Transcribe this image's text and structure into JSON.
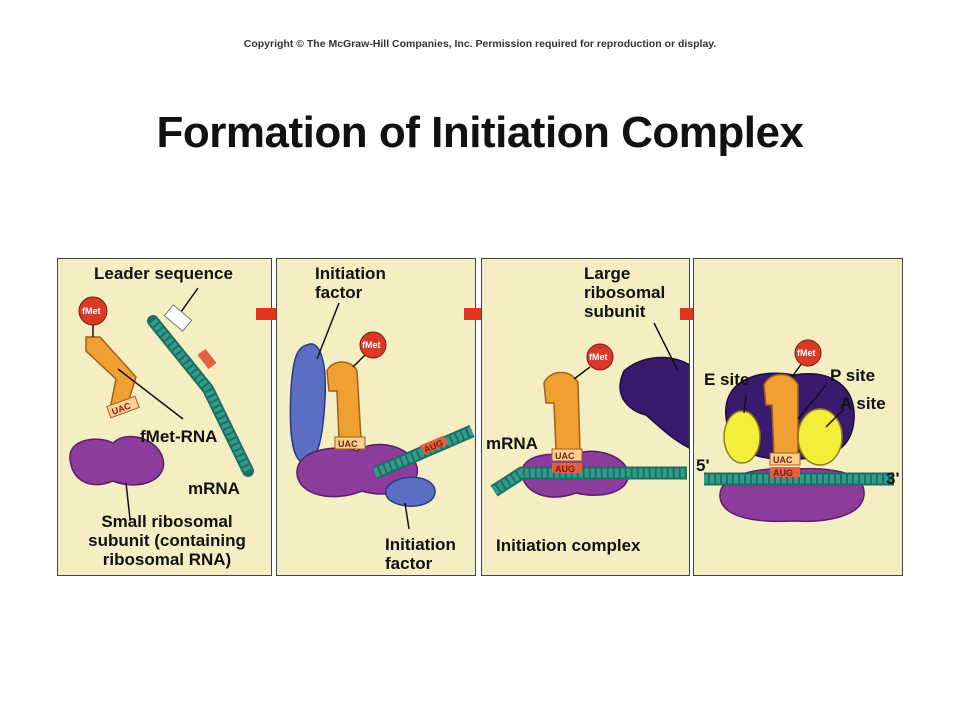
{
  "copyright": "Copyright © The McGraw-Hill Companies, Inc. Permission required for reproduction or display.",
  "title": "Formation of Initiation Complex",
  "colors": {
    "panel_bg": "#f6eec3",
    "trna": "#f0a030",
    "small_subunit": "#8c3c9c",
    "large_subunit": "#3a1a6e",
    "initiation_factor": "#5b6fc2",
    "mrna": "#2f9c8c",
    "fmet": "#d83a2a",
    "site": "#f2ee3a",
    "arrow": "#e0351e"
  },
  "panel1": {
    "leader_sequence": "Leader sequence",
    "fmet_rna": "fMet-RNA",
    "mrna": "mRNA",
    "small_subunit_line1": "Small ribosomal",
    "small_subunit_line2": "subunit (containing",
    "small_subunit_line3": "ribosomal RNA)"
  },
  "panel2": {
    "initiation_factor_top_line1": "Initiation",
    "initiation_factor_top_line2": "factor",
    "initiation_factor_bottom_line1": "Initiation",
    "initiation_factor_bottom_line2": "factor"
  },
  "panel3": {
    "large_subunit_line1": "Large",
    "large_subunit_line2": "ribosomal",
    "large_subunit_line3": "subunit",
    "mrna": "mRNA",
    "initiation_complex": "Initiation complex"
  },
  "panel4": {
    "e_site": "E site",
    "p_site": "P site",
    "a_site": "A site",
    "five_prime": "5'",
    "three_prime": "3'"
  },
  "molecule_text": {
    "fmet": "fMet",
    "anticodon": "UAC",
    "codon": "AUG"
  }
}
